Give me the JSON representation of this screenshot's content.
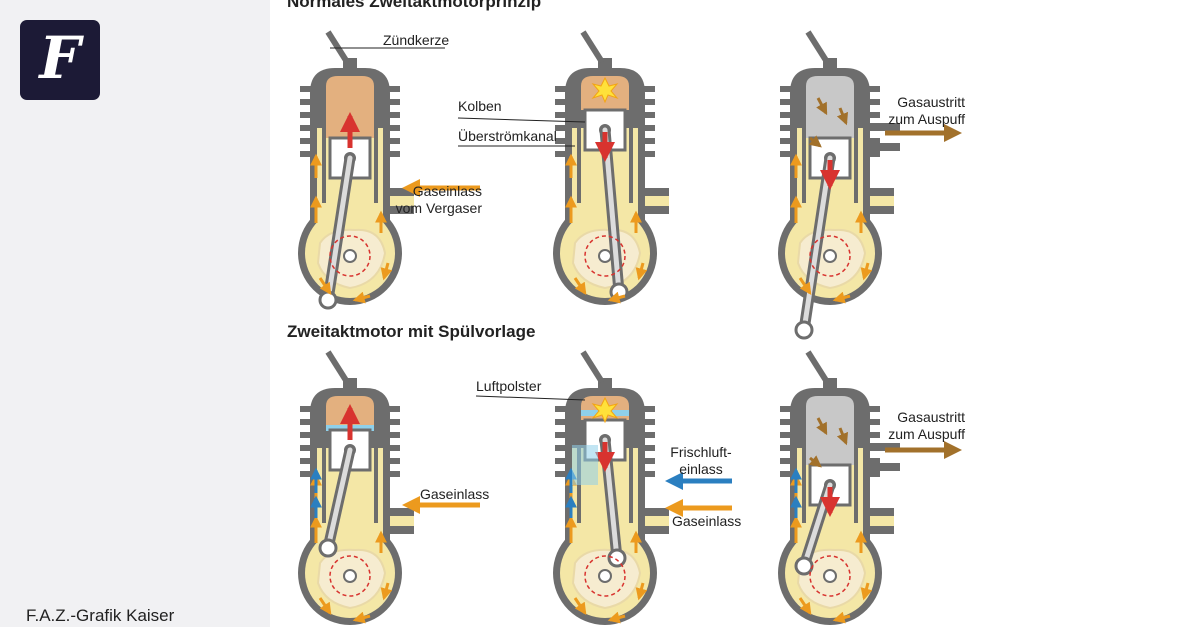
{
  "logo": {
    "letter": "F"
  },
  "credit": "F.A.Z.-Grafik Kaiser",
  "section1": {
    "title": "Normales Zweitaktmotorprinzip",
    "labels": {
      "spark_plug": "Zündkerze",
      "piston": "Kolben",
      "transfer_port": "Überströmkanal",
      "gas_inlet_line1": "Gaseinlass",
      "gas_inlet_line2": "vom Vergaser",
      "exhaust_line1": "Gasaustritt",
      "exhaust_line2": "zum Auspuff"
    }
  },
  "section2": {
    "title": "Zweitaktmotor mit Spülvorlage",
    "labels": {
      "gas_inlet": "Gaseinlass",
      "air_cushion": "Luftpolster",
      "fresh_air_line1": "Frischluft-",
      "fresh_air_line2": "einlass",
      "gas_inlet_2": "Gaseinlass",
      "exhaust_line1": "Gasaustritt",
      "exhaust_line2": "zum Auspuff"
    }
  },
  "colors": {
    "fuel_mix": "#f4e7a6",
    "combustion": "#e3b07f",
    "exhaust": "#c8c8c8",
    "fresh_air": "#8fd0ea",
    "engine_gray": "#6d6d6d",
    "arrow_orange": "#ec9a1e",
    "arrow_brown": "#a2712b",
    "arrow_blue": "#2b7fc0",
    "arrow_red": "#d8332f"
  }
}
